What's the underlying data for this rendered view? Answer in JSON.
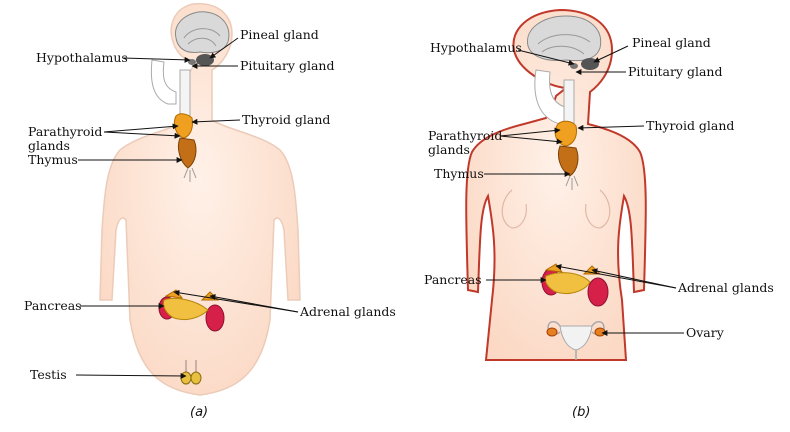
{
  "figures": [
    {
      "caption": "(a)",
      "labels": {
        "pineal": "Pineal gland",
        "hypothalamus": "Hypothalamus",
        "pituitary": "Pituitary gland",
        "thyroid": "Thyroid gland",
        "parathyroid_1": "Parathyroid",
        "parathyroid_2": "glands",
        "thymus": "Thymus",
        "pancreas": "Pancreas",
        "adrenal": "Adrenal glands",
        "testis": "Testis"
      }
    },
    {
      "caption": "(b)",
      "labels": {
        "pineal": "Pineal gland",
        "hypothalamus": "Hypothalamus",
        "pituitary": "Pituitary gland",
        "thyroid": "Thyroid gland",
        "parathyroid_1": "Parathyroid",
        "parathyroid_2": "glands",
        "thymus": "Thymus",
        "pancreas": "Pancreas",
        "adrenal": "Adrenal glands",
        "ovary": "Ovary"
      }
    }
  ],
  "colors": {
    "skin": "#fde6d8",
    "female_outline": "#c0392b",
    "male_outline": "#e8c4b0",
    "gland": "#f0a020",
    "kidney": "#d6204a",
    "brain": "#d9d9d9"
  }
}
